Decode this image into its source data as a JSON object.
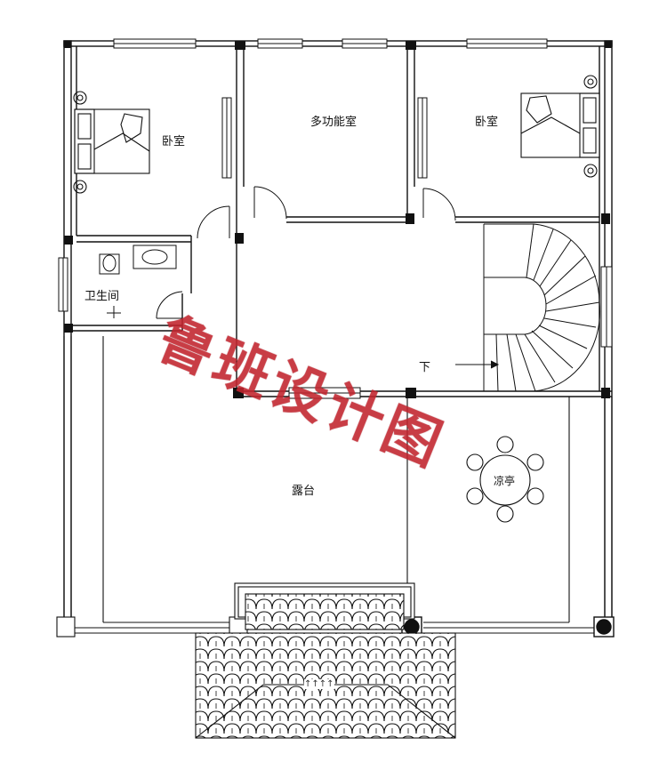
{
  "rooms": {
    "bedroom_left": "卧室",
    "multi_room": "多功能室",
    "bedroom_right": "卧室",
    "bathroom": "卫生间",
    "terrace": "露台",
    "pavilion": "凉亭",
    "stair_down": "下"
  },
  "roof_mark": "↑↑↑↑",
  "watermark": "鲁班设计图",
  "colors": {
    "line": "#111111",
    "watermark": "#cd2832"
  }
}
